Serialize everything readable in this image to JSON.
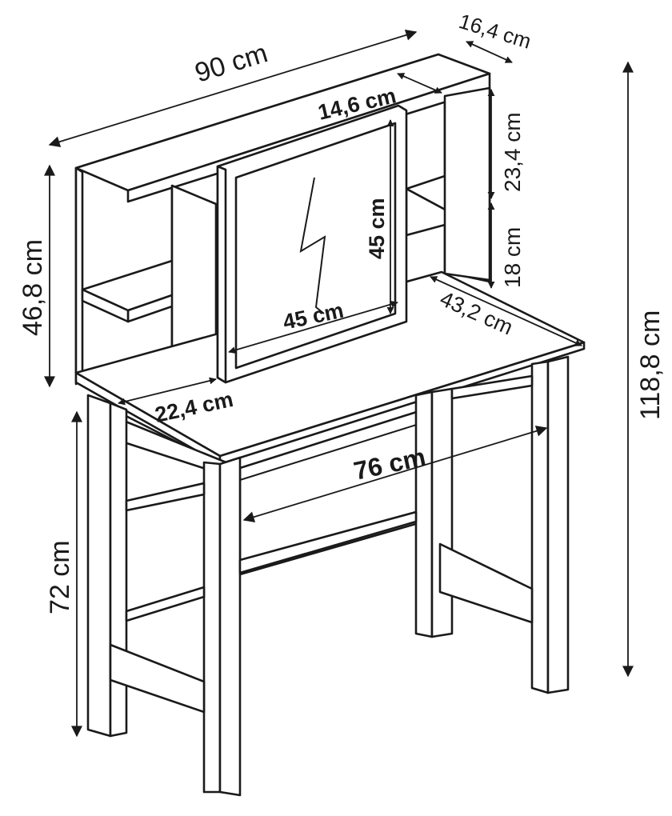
{
  "title": "",
  "dimensions": {
    "total_width": "90 cm",
    "top_depth": "16,4 cm",
    "mirror_depth": "14,6 cm",
    "shelf_spacing_upper": "23,4 cm",
    "shelf_spacing_lower": "18 cm",
    "hutch_height": "46,8 cm",
    "mirror_height": "45 cm",
    "mirror_width": "45 cm",
    "desk_depth": "43,2 cm",
    "left_shelf_depth": "22,4 cm",
    "drawer_width": "76 cm",
    "desk_height": "72 cm",
    "total_height": "118,8 cm"
  },
  "colors": {
    "line": "#1a1a1a",
    "background": "#ffffff"
  }
}
